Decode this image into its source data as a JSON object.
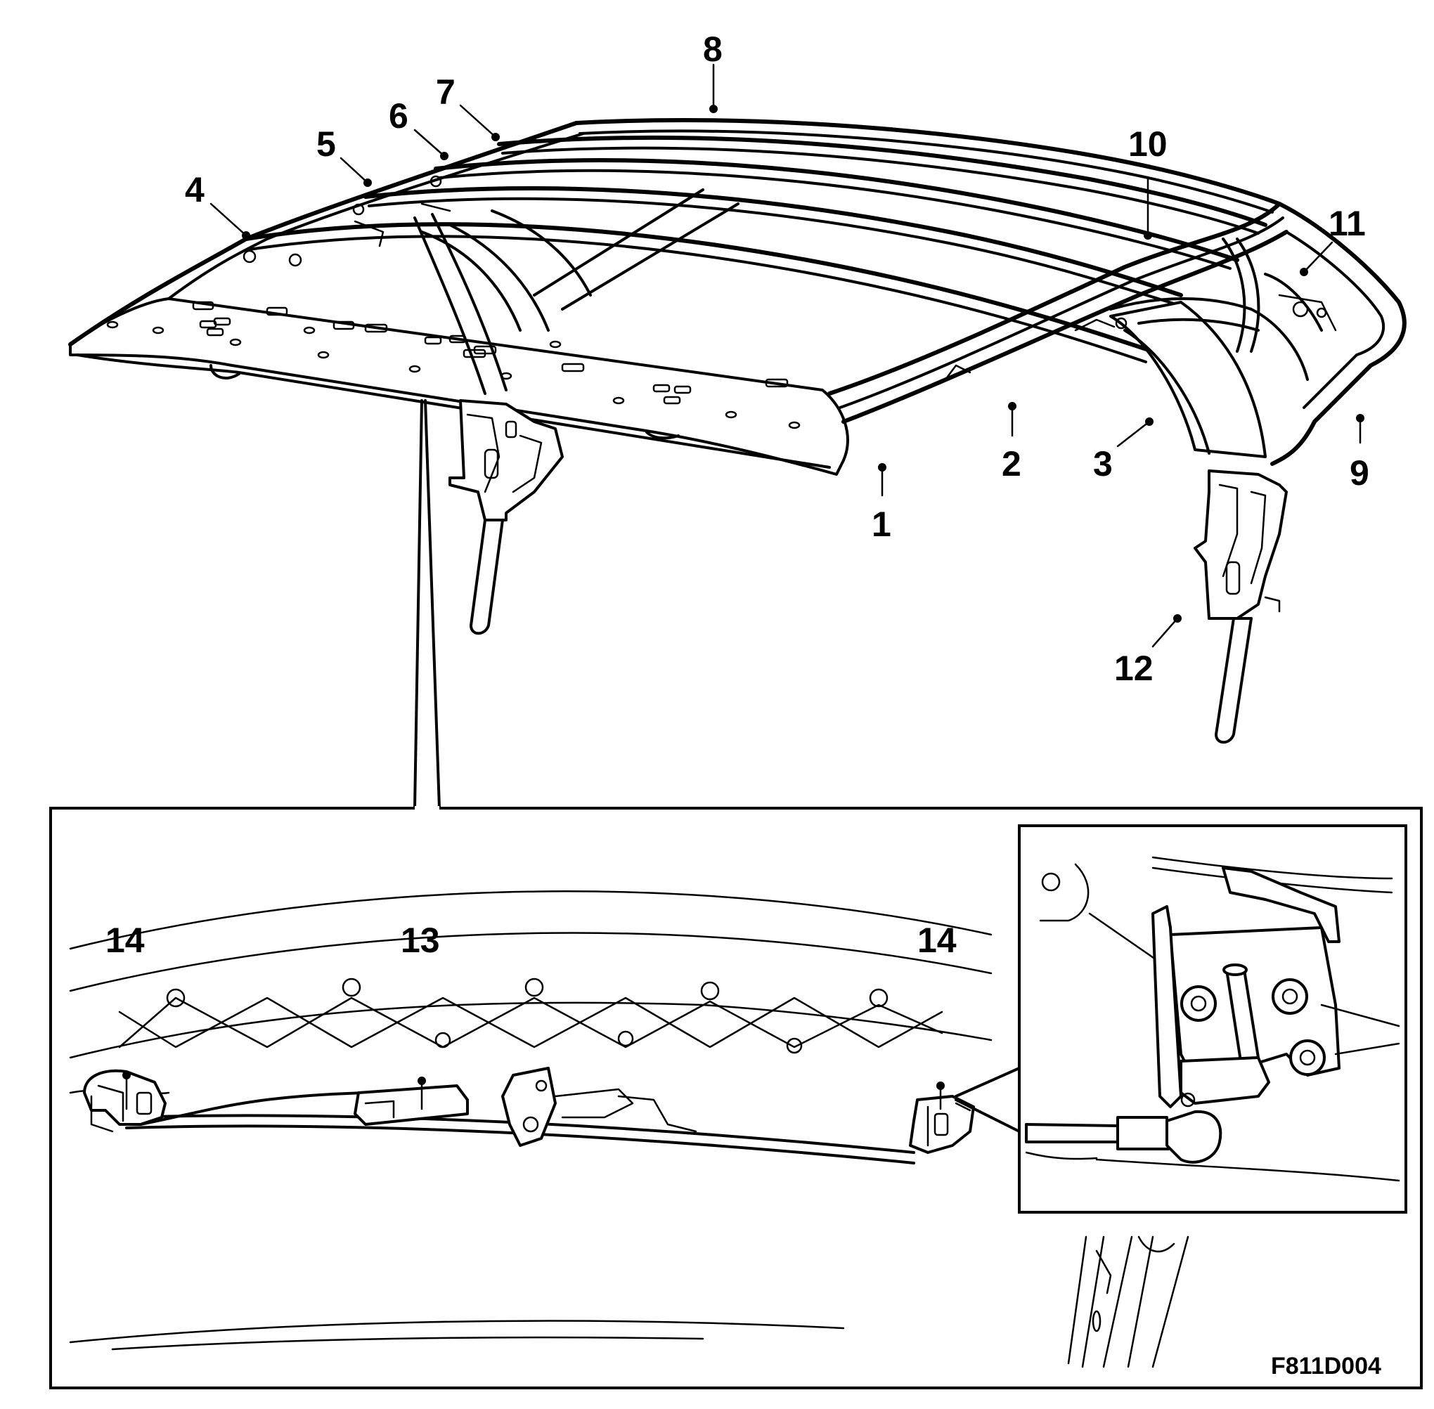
{
  "figure": {
    "drawing_code": "F811D004",
    "callouts": [
      {
        "id": "c1",
        "label": "1"
      },
      {
        "id": "c2",
        "label": "2"
      },
      {
        "id": "c3",
        "label": "3"
      },
      {
        "id": "c4",
        "label": "4"
      },
      {
        "id": "c5",
        "label": "5"
      },
      {
        "id": "c6",
        "label": "6"
      },
      {
        "id": "c7",
        "label": "7"
      },
      {
        "id": "c8",
        "label": "8"
      },
      {
        "id": "c9",
        "label": "9"
      },
      {
        "id": "c10",
        "label": "10"
      },
      {
        "id": "c11",
        "label": "11"
      },
      {
        "id": "c12",
        "label": "12"
      },
      {
        "id": "c13",
        "label": "13"
      },
      {
        "id": "c14a",
        "label": "14"
      },
      {
        "id": "c14b",
        "label": "14"
      }
    ]
  }
}
